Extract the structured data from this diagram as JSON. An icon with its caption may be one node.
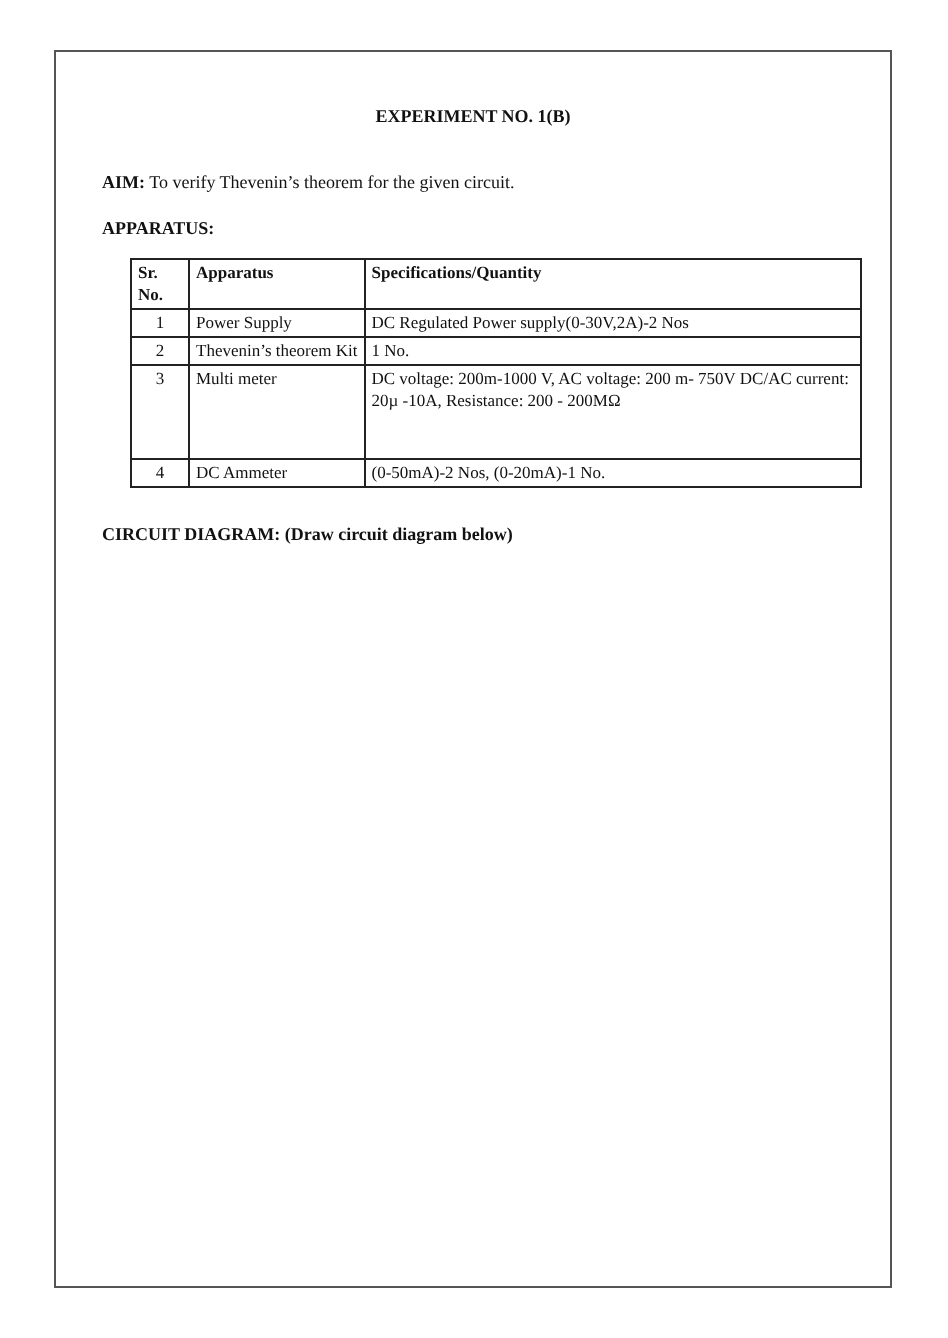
{
  "diagram": {
    "title": "EXPERIMENT NO. 1(B)",
    "labels": [
      "**AIM:** To verify Thevenin’s theorem for the given circuit.",
      "APPARATUS:",
      "Sr. No.",
      "Apparatus",
      "Specifications/Quantity",
      "1",
      "Power Supply",
      "DC Regulated Power supply(0-30V,2A)-2 Nos",
      "2",
      "Thevenin’s theorem Kit",
      "1 No.",
      "3",
      "Multi meter",
      "DC voltage: 200m-1000 V, AC voltage: 200 m- 750V DC/AC current: 20µ -10A, Resistance: 200 - 200MΩ",
      "4",
      "DC Ammeter",
      "(0-50mA)-2 Nos, (0-20mA)-1 No.",
      "**CIRCUIT DIAGRAM: (Draw circuit diagram below)**"
    ]
  }
}
